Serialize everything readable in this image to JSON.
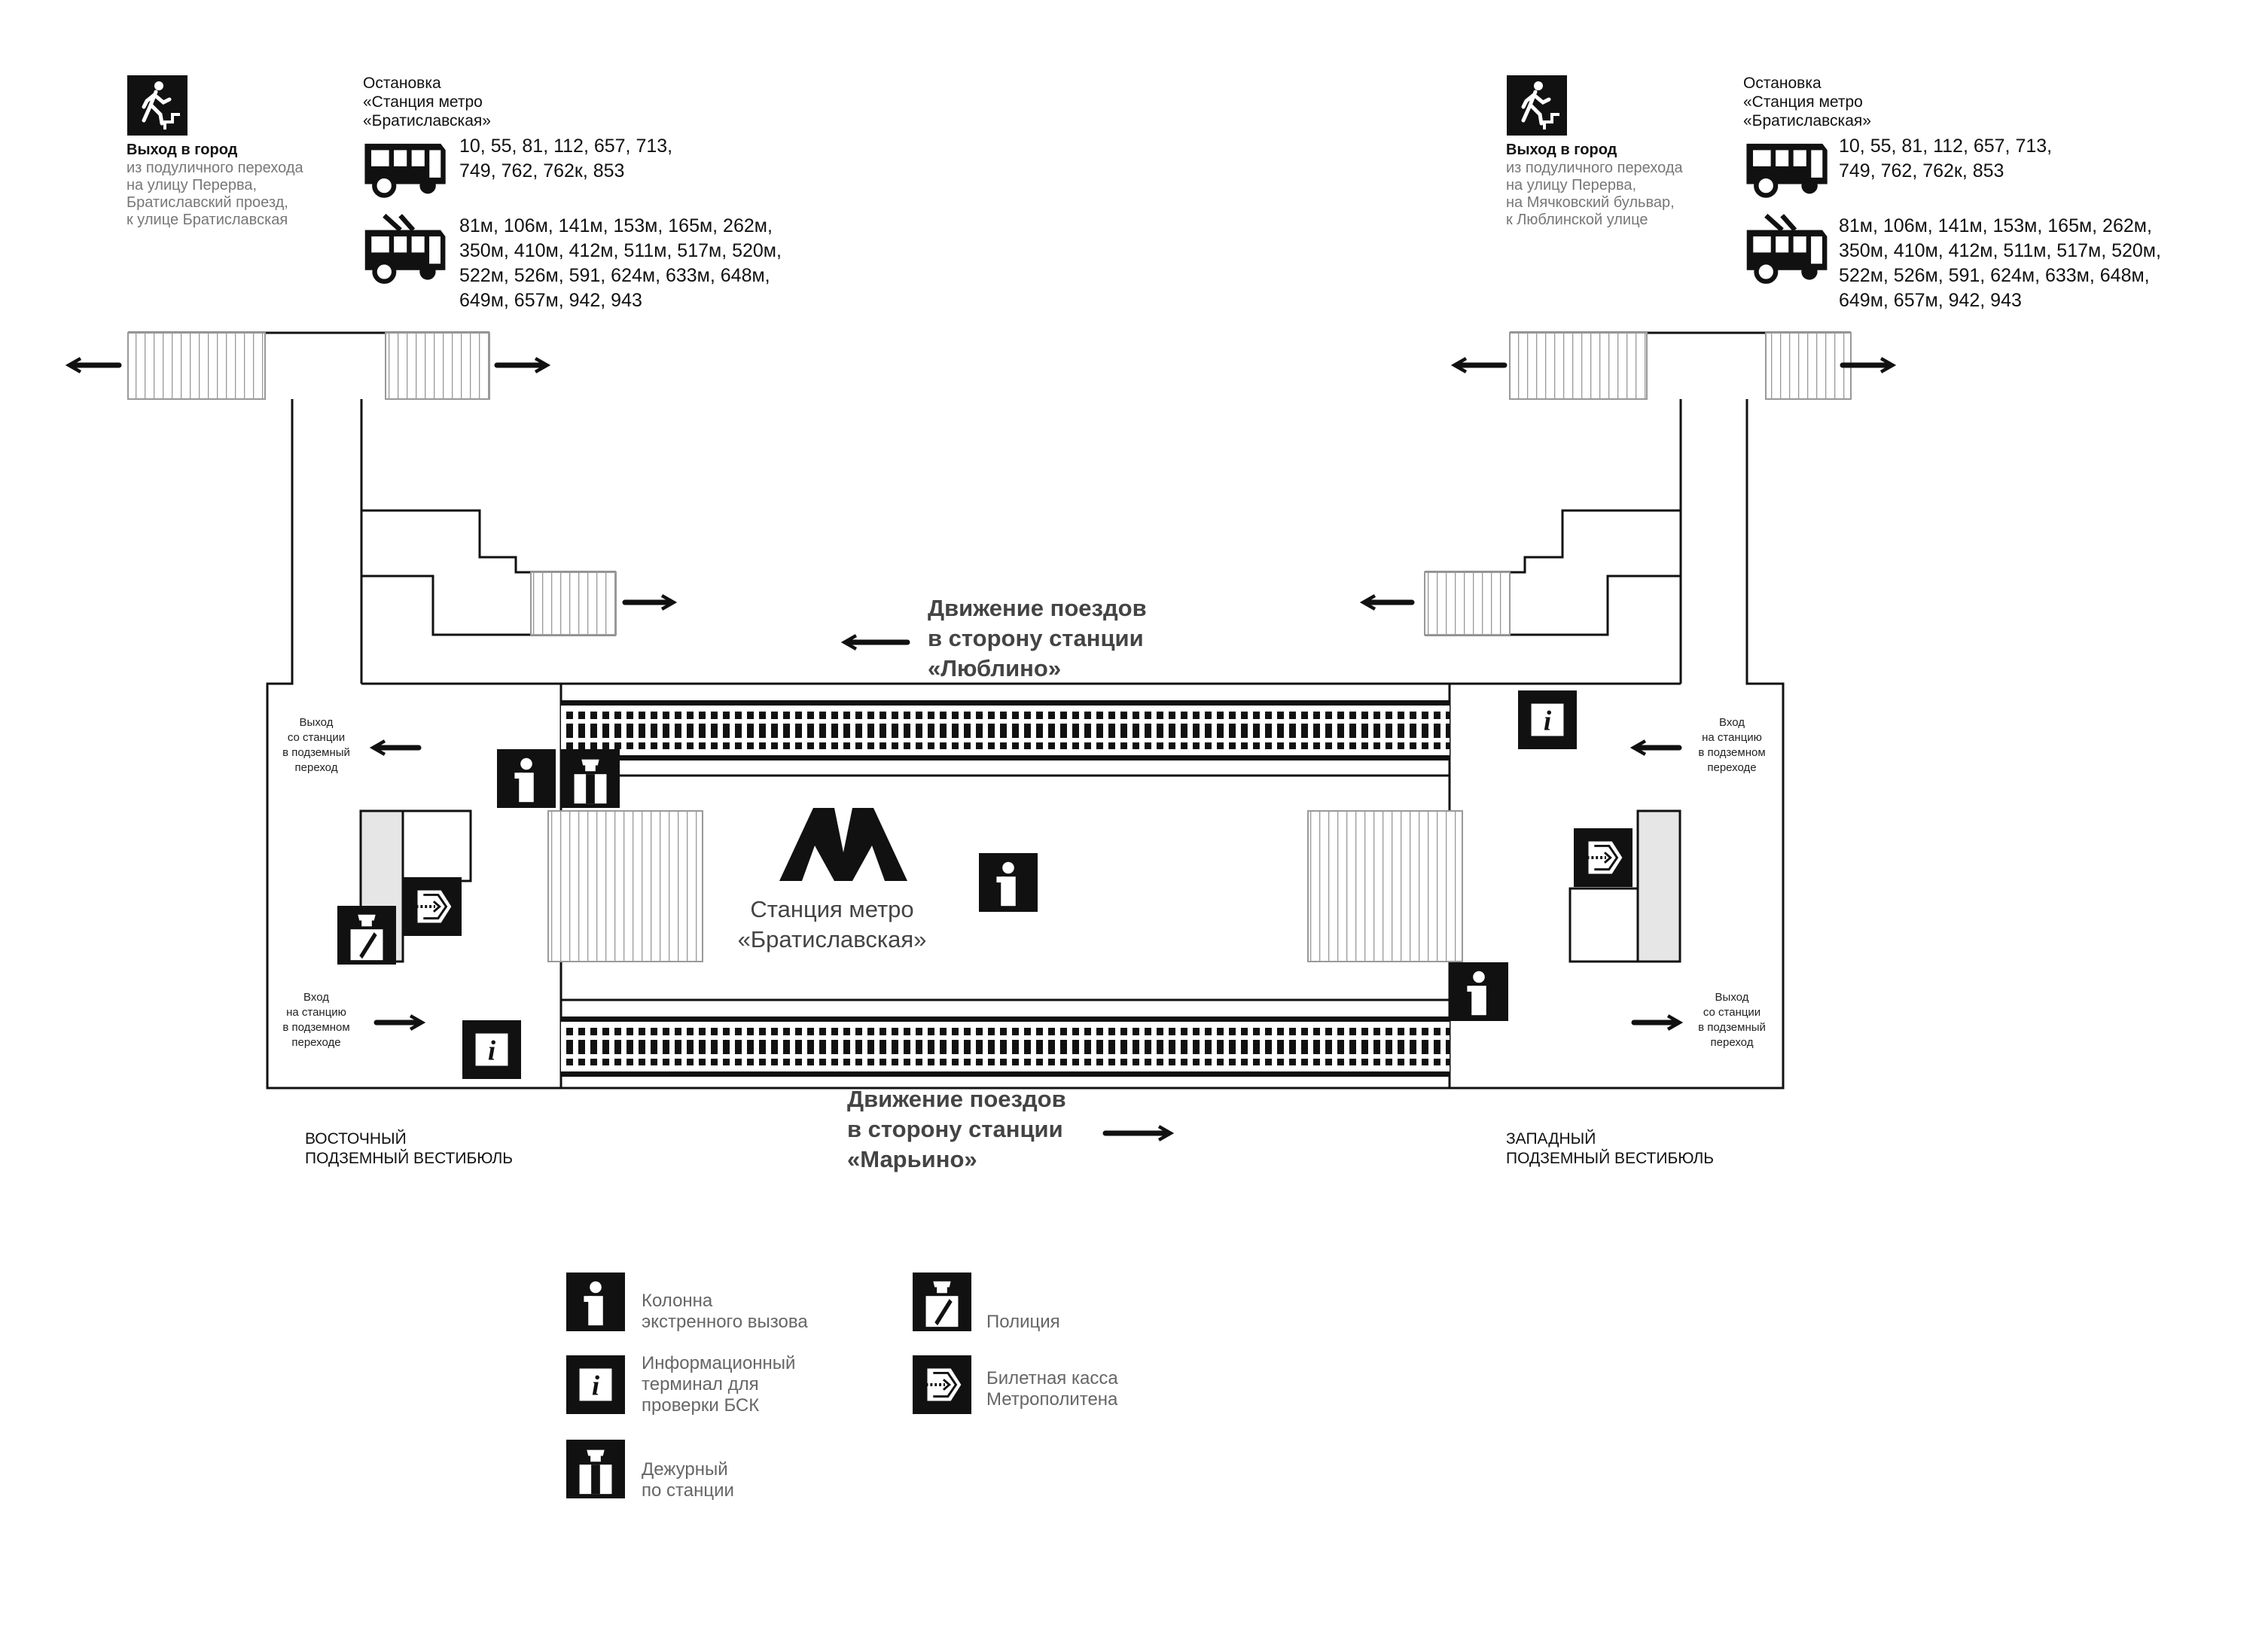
{
  "east_exit": {
    "title": "Выход в город",
    "desc": "из подуличного перехода\nна улицу Перерва,\nБратиславский проезд,\nк улице Братиславская"
  },
  "west_exit": {
    "title": "Выход в город",
    "desc": "из подуличного перехода\nна улицу Перерва,\nна Мячковский бульвар,\nк Люблинской улице"
  },
  "stop": {
    "label": "Остановка\n«Станция метро\n«Братиславская»",
    "bus_routes": "10, 55, 81, 112, 657, 713,\n749, 762, 762к, 853",
    "trolley_routes": "81м, 106м, 141м, 153м, 165м, 262м,\n350м, 410м, 412м, 511м, 517м, 520м,\n522м, 526м, 591, 624м, 633м, 648м,\n649м, 657м, 942, 943"
  },
  "direction_top": "Движение поездов\nв сторону станции\n«Люблино»",
  "direction_bottom": "Движение поездов\nв сторону станции\n«Марьино»",
  "station_name": "Станция метро\n«Братиславская»",
  "metro_logo": "М",
  "labels": {
    "exit_station": "Выход\nсо станции\nв подземный\nпереход",
    "enter_station": "Вход\nна станцию\nв подземном\nпереходе"
  },
  "vestibule_east": "ВОСТОЧНЫЙ\nПОДЗЕМНЫЙ ВЕСТИБЮЛЬ",
  "vestibule_west": "ЗАПАДНЫЙ\nПОДЗЕМНЫЙ ВЕСТИБЮЛЬ",
  "legend": {
    "emergency": "Колонна\nэкстренного вызова",
    "info_terminal": "Информационный\nтерминал для\nпроверки БСК",
    "attendant": "Дежурный\nпо станции",
    "police": "Полиция",
    "ticket_office": "Билетная касса\nМетрополитена"
  },
  "icons": [
    "walking-person-icon",
    "bus-icon",
    "trolleybus-icon",
    "arrow-icon",
    "emergency-call-icon",
    "info-terminal-icon",
    "station-attendant-icon",
    "police-icon",
    "ticket-office-icon",
    "metro-logo-icon"
  ],
  "colors": {
    "ink": "#111111",
    "grey_text": "#777777",
    "light_fill": "#e6e6e6",
    "stairs": "#999999"
  }
}
